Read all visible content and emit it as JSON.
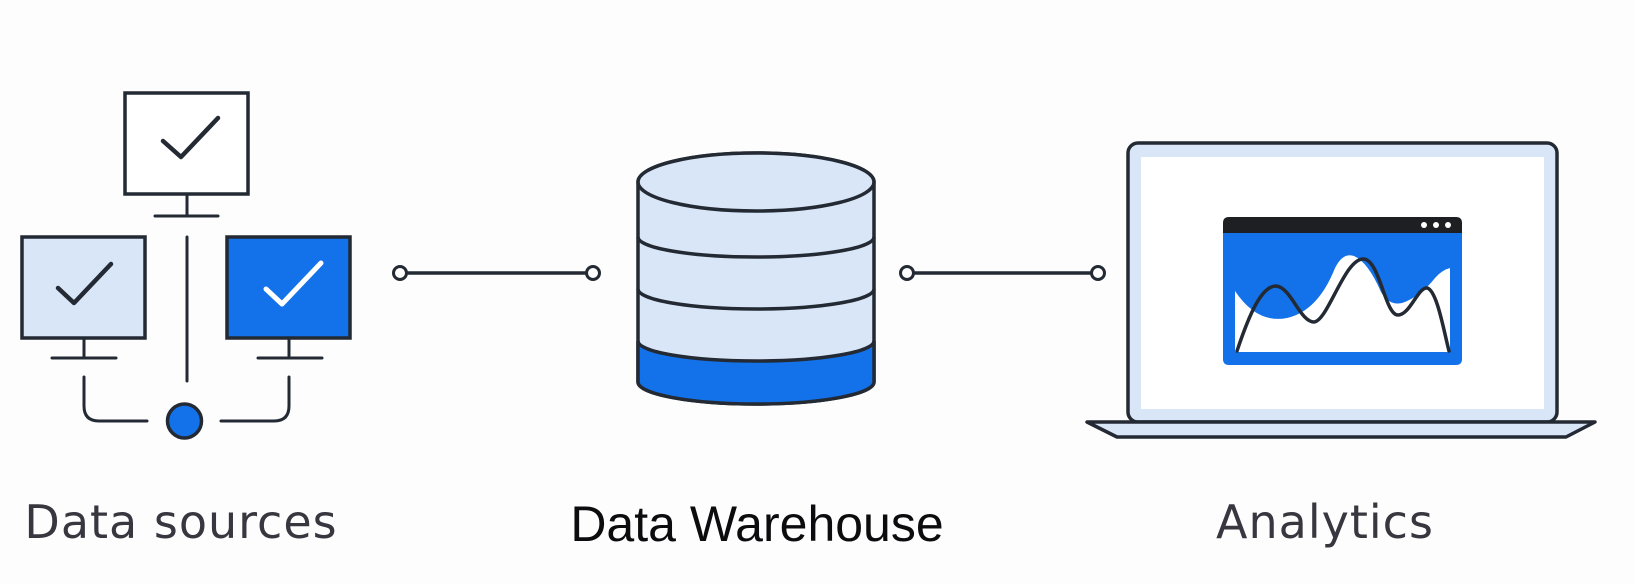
{
  "diagram": {
    "background": "#fdfdfd",
    "nodes": [
      {
        "id": "data-sources",
        "label": "Data sources",
        "icon": "monitors-check-icon"
      },
      {
        "id": "data-warehouse",
        "label": "Data Warehouse",
        "icon": "database-cylinder-icon"
      },
      {
        "id": "analytics",
        "label": "Analytics",
        "icon": "laptop-line-chart-icon"
      }
    ],
    "connectors": [
      {
        "from": "data-sources",
        "to": "data-warehouse",
        "style": "line-with-open-dot-ends"
      },
      {
        "from": "data-warehouse",
        "to": "analytics",
        "style": "line-with-open-dot-ends"
      }
    ],
    "colors": {
      "background": "#fdfdfd",
      "blue": "#1372e9",
      "light_blue": "#d9e6f8",
      "outline": "#232a33",
      "titlebar_black": "#1e1f23",
      "label_gray": "#38363f",
      "label_black": "#0c0c0e",
      "white": "#ffffff"
    }
  }
}
